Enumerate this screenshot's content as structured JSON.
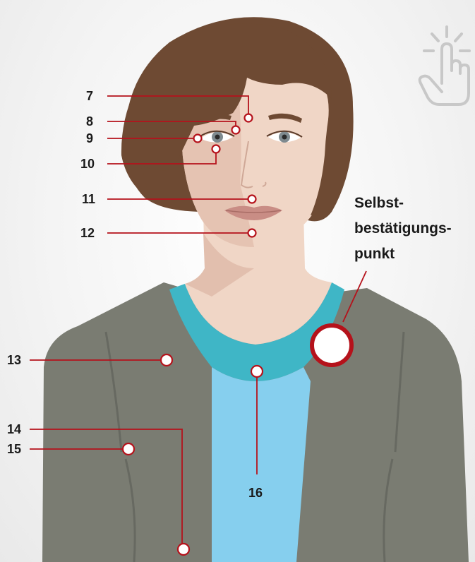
{
  "points": {
    "p7": "7",
    "p8": "8",
    "p9": "9",
    "p10": "10",
    "p11": "11",
    "p12": "12",
    "p13": "13",
    "p14": "14",
    "p15": "15",
    "p16": "16"
  },
  "self_confirm": {
    "line1": "Selbst-",
    "line2": "bestätigungs-",
    "line3": "punkt"
  },
  "colors": {
    "accent": "#b5121b",
    "hair": "#6e4a33",
    "skin": "#f0d6c6",
    "jacket": "#7a7c72",
    "shirt_light": "#86cfee",
    "shirt_collar": "#3fb6c6",
    "icon": "#c8c8c8"
  },
  "icons": {
    "touch": "touch-hand-icon"
  }
}
